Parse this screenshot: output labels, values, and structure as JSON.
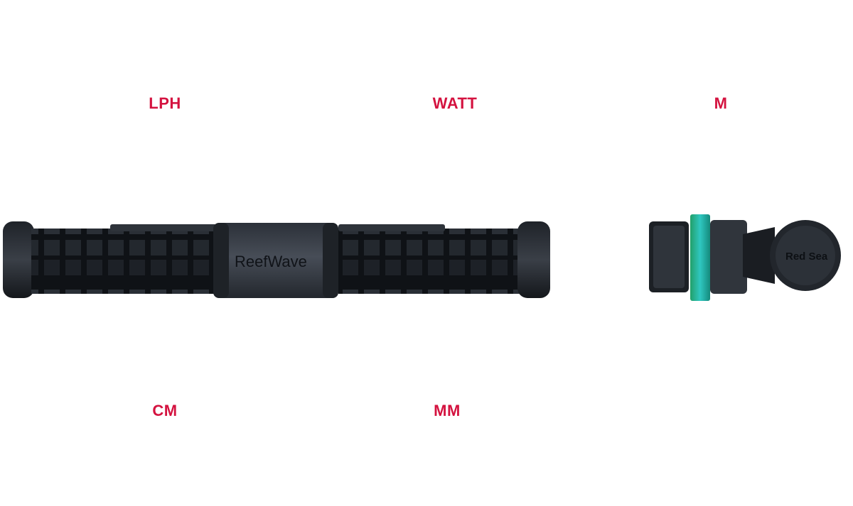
{
  "units": {
    "flow": "LPH",
    "power": "WATT",
    "cable": "M",
    "length": "CM",
    "glass": "MM"
  },
  "products": {
    "pump_brand": "ReefWave",
    "mount_brand": "Red Sea"
  },
  "colors": {
    "accent": "#d4123f",
    "body": "#2b2f36",
    "glass": "#1aa593"
  }
}
